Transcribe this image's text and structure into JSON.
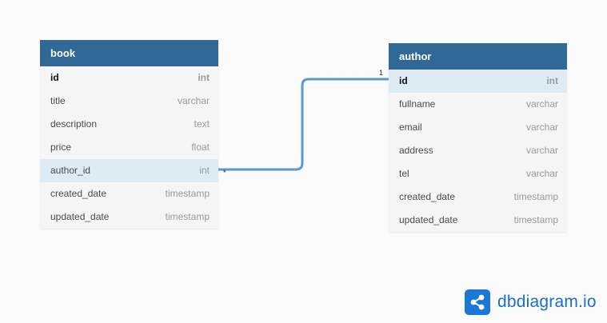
{
  "tables": {
    "book": {
      "name": "book",
      "columns": [
        {
          "name": "id",
          "type": "int"
        },
        {
          "name": "title",
          "type": "varchar"
        },
        {
          "name": "description",
          "type": "text"
        },
        {
          "name": "price",
          "type": "float"
        },
        {
          "name": "author_id",
          "type": "int"
        },
        {
          "name": "created_date",
          "type": "timestamp"
        },
        {
          "name": "updated_date",
          "type": "timestamp"
        }
      ]
    },
    "author": {
      "name": "author",
      "columns": [
        {
          "name": "id",
          "type": "int"
        },
        {
          "name": "fullname",
          "type": "varchar"
        },
        {
          "name": "email",
          "type": "varchar"
        },
        {
          "name": "address",
          "type": "varchar"
        },
        {
          "name": "tel",
          "type": "varchar"
        },
        {
          "name": "created_date",
          "type": "timestamp"
        },
        {
          "name": "updated_date",
          "type": "timestamp"
        }
      ]
    }
  },
  "relation": {
    "from": "book.author_id",
    "to": "author.id",
    "many_label": "*",
    "one_label": "1",
    "color": "#5b9bc9"
  },
  "colors": {
    "header": "#316896",
    "highlight_row": "#ddecf4",
    "brand": "#1b77d6"
  },
  "brand": {
    "text": "dbdiagram.io",
    "icon": "share-icon"
  }
}
